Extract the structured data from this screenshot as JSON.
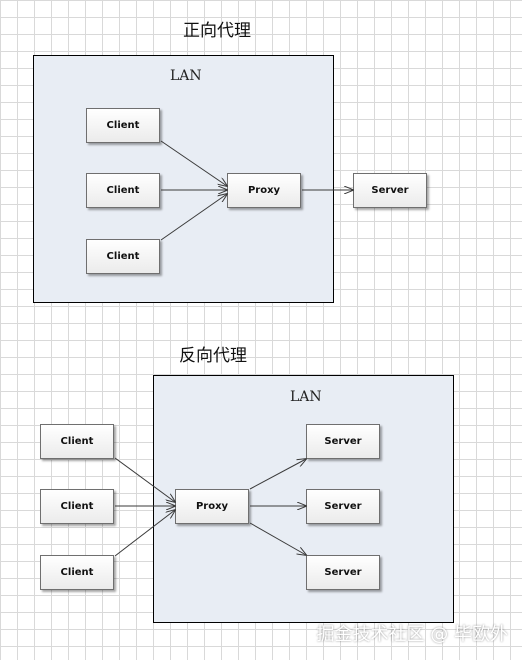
{
  "forward": {
    "title": "正向代理",
    "lan_label": "LAN",
    "clients": [
      "Client",
      "Client",
      "Client"
    ],
    "proxy": "Proxy",
    "server": "Server"
  },
  "reverse": {
    "title": "反向代理",
    "lan_label": "LAN",
    "clients": [
      "Client",
      "Client",
      "Client"
    ],
    "proxy": "Proxy",
    "servers": [
      "Server",
      "Server",
      "Server"
    ]
  },
  "watermark": "掘金技术社区 @ 毕欧外"
}
